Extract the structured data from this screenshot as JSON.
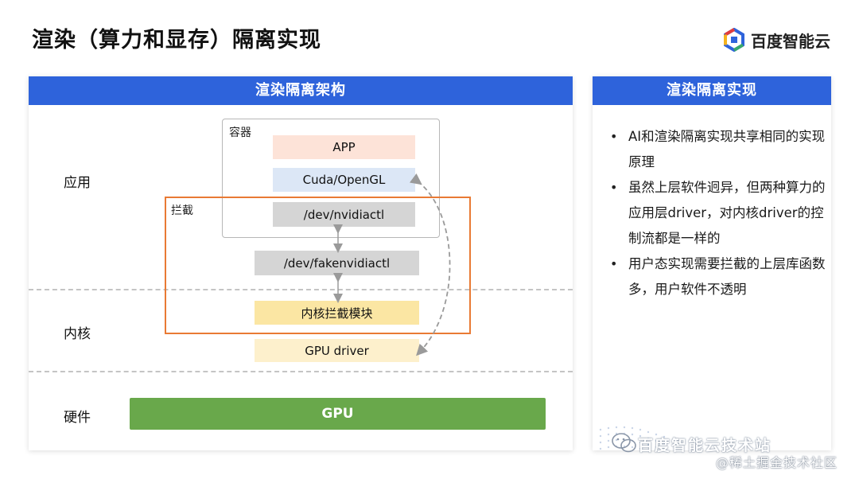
{
  "page": {
    "title": "渲染（算力和显存）隔离实现"
  },
  "brand": {
    "name": "百度智能云",
    "colors": [
      "#2e63db",
      "#e23c3c",
      "#39a86b",
      "#f5b21d"
    ]
  },
  "left_panel": {
    "header": "渲染隔离架构",
    "layers": {
      "app": "应用",
      "kernel": "内核",
      "hardware": "硬件"
    },
    "container_label": "容器",
    "intercept_label": "拦截",
    "boxes": {
      "app": "APP",
      "cuda": "Cuda/OpenGL",
      "nvidiactl": "/dev/nvidiactl",
      "fakenvidiactl": "/dev/fakenvidiactl",
      "kernel_module": "内核拦截模块",
      "gpu_driver": "GPU driver"
    },
    "gpu": "GPU"
  },
  "right_panel": {
    "header": "渲染隔离实现",
    "bullets": [
      "AI和渲染隔离实现共享相同的实现原理",
      "虽然上层软件迥异，但两种算力的应用层driver，对内核driver的控制流都是一样的",
      "用户态实现需要拦截的上层库函数多，用户软件不透明"
    ]
  },
  "watermark": {
    "line1": "百度智能云技术站",
    "line2": "@稀土掘金技术社区"
  },
  "colors": {
    "header_blue": "#2e63db",
    "intercept_orange": "#e97a34",
    "gpu_green": "#69a84b"
  }
}
